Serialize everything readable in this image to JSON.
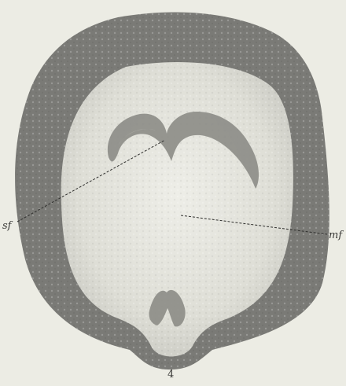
{
  "figure": {
    "number": "4",
    "labels": {
      "sf": "sf",
      "mf": "mf"
    }
  },
  "colors": {
    "background": "#ecece4",
    "outer_band": "#7a7a76",
    "inner_field": "#e3e3dc",
    "fold": "#8c8c86",
    "leader_line": "#2f2f2d"
  }
}
